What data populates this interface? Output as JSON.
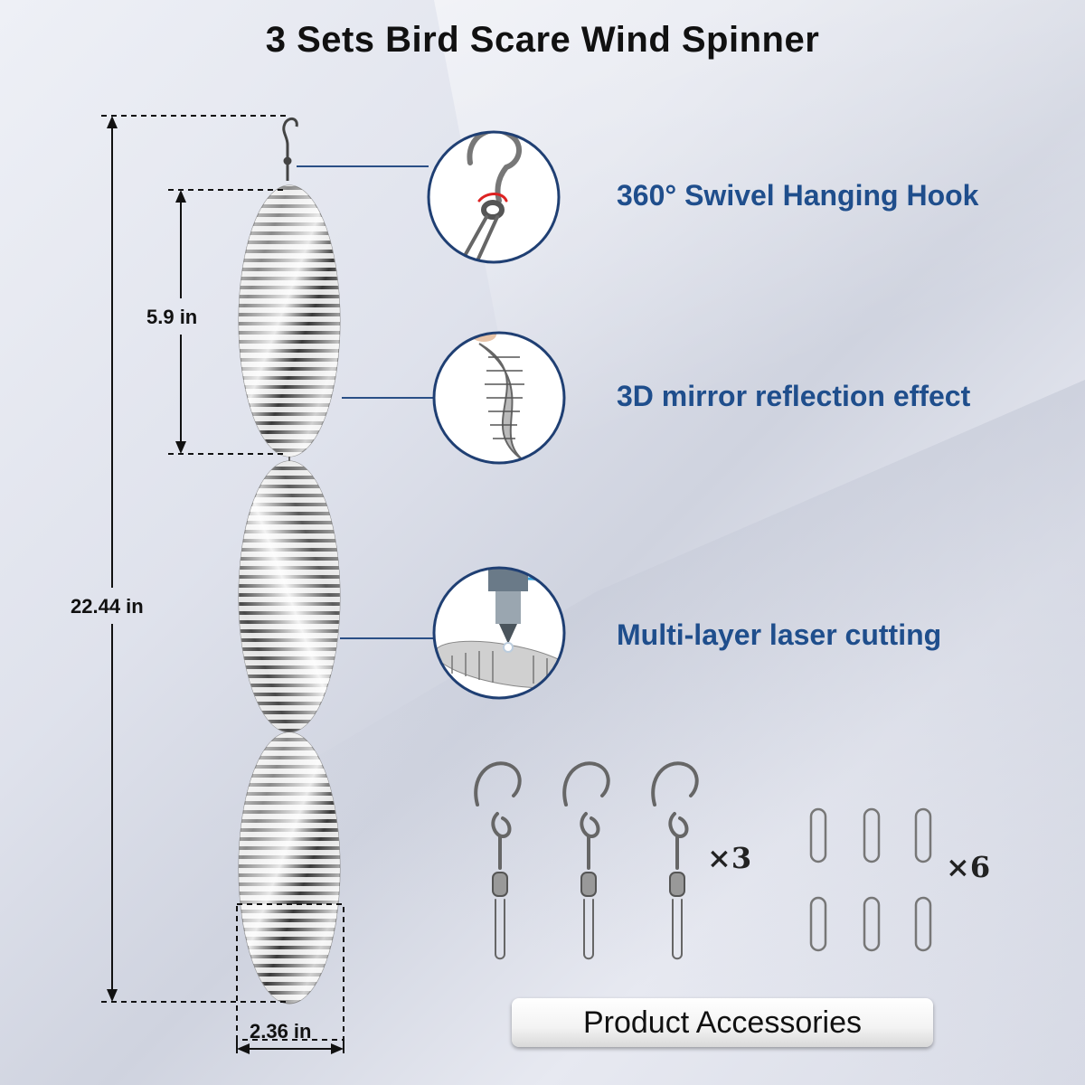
{
  "title": "3 Sets Bird Scare Wind Spinner",
  "dimensions": {
    "total_length": "22.44 in",
    "blade_length": "5.9 in",
    "blade_width": "2.36 in"
  },
  "features": [
    {
      "label": "360° Swivel Hanging Hook",
      "icon": "swivel-hook-icon"
    },
    {
      "label": "3D mirror reflection effect",
      "icon": "mirror-spinner-icon"
    },
    {
      "label": "Multi-layer laser cutting",
      "icon": "laser-cutter-icon"
    }
  ],
  "accessories": {
    "hooks_qty": "×3",
    "clips_qty": "×6",
    "label": "Product Accessories"
  },
  "colors": {
    "accent": "#1f4e8c",
    "text": "#111111"
  }
}
